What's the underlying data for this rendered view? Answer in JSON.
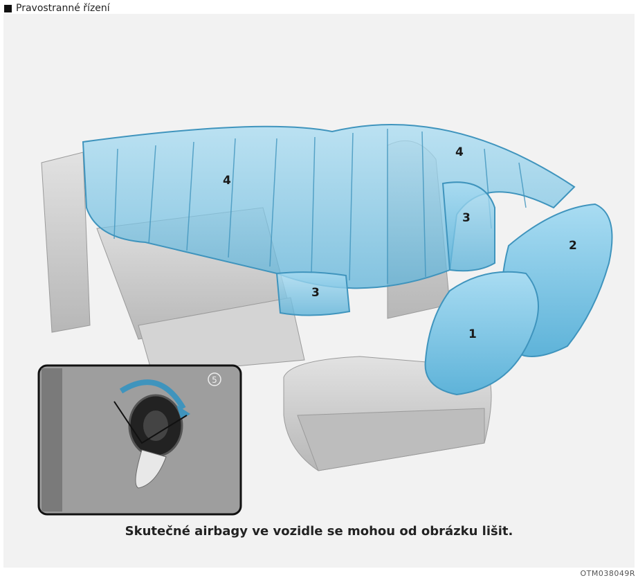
{
  "header": {
    "label": "Pravostranné řízení"
  },
  "callouts": {
    "driver_front": "1",
    "passenger_front": "2",
    "side_rear": "3",
    "side_front": "3",
    "curtain_rear": "4",
    "curtain_front": "4",
    "switch": "5"
  },
  "caption": "Skutečné airbagy ve vozidle se mohou od obrázku lišit.",
  "figure_code": "OTM038049R",
  "colors": {
    "airbag": "#7ec8e8",
    "airbag_edge": "#3f94bd",
    "seat": "#c9c9c9"
  }
}
